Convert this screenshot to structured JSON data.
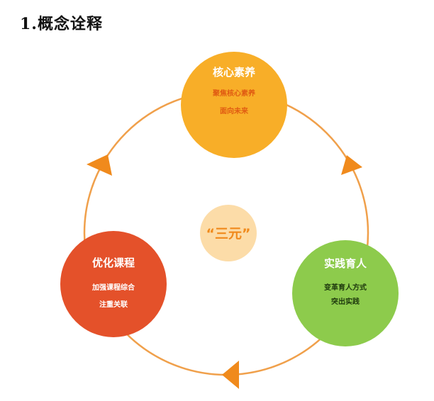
{
  "title": "1.概念诠释",
  "colors": {
    "ring": "#F0A04B",
    "arrow": "#F08A1C",
    "top": "#F8AE28",
    "top_sub": "#E05B12",
    "right": "#8DCB4C",
    "right_sub": "#1F3A0E",
    "left": "#E4512A",
    "center": "#FCDCA8",
    "center_text": "#F08A1C"
  },
  "center": {
    "label": "“三元”"
  },
  "nodes": {
    "top": {
      "title": "核心素养",
      "line1": "聚焦核心素养",
      "line2": "面向未来"
    },
    "right": {
      "title": "实践育人",
      "line1": "变革育人方式",
      "line2": "突出实践"
    },
    "left": {
      "title": "优化课程",
      "line1": "加强课程综合",
      "line2": "注重关联"
    }
  }
}
